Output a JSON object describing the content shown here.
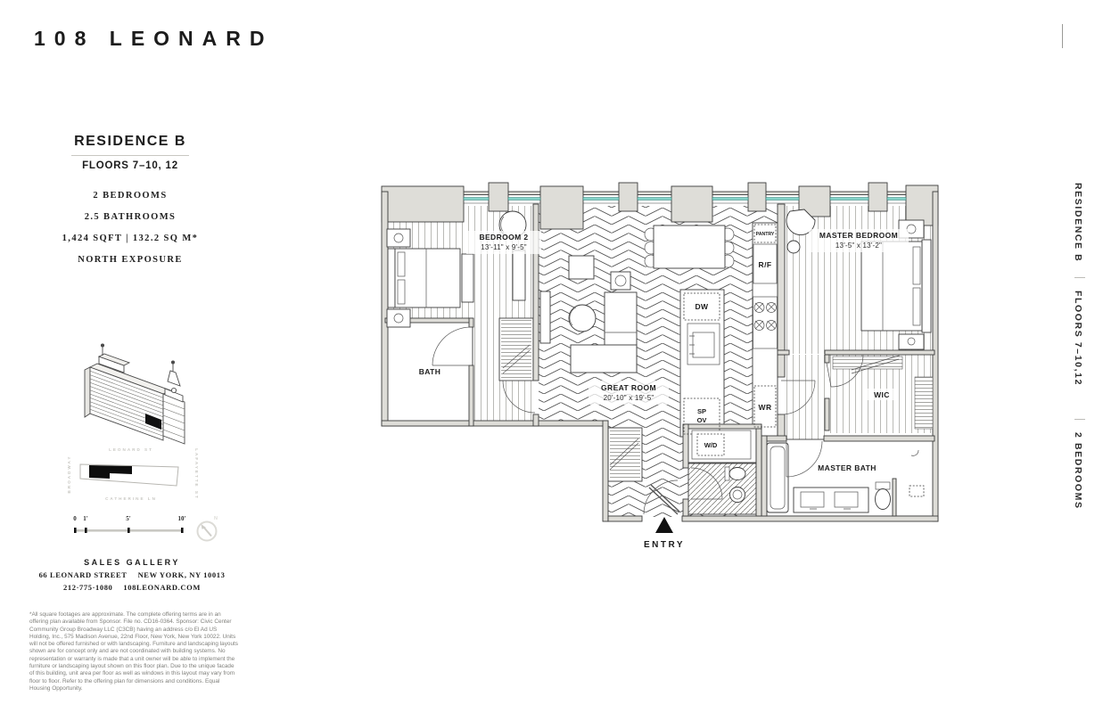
{
  "title": "108 LEONARD",
  "panel": {
    "name": "RESIDENCE B",
    "floors": "FLOORS 7–10, 12",
    "bedrooms": "2 BEDROOMS",
    "bathrooms": "2.5 BATHROOMS",
    "area": "1,424 SQFT  |  132.2 SQ M*",
    "exposure": "NORTH EXPOSURE"
  },
  "sidebar": {
    "residence": "RESIDENCE B",
    "floors": "FLOORS 7–10,12",
    "bedrooms": "2 BEDROOMS"
  },
  "map": {
    "street_top": "LEONARD ST",
    "street_bottom": "CATHERINE LN",
    "street_left": "BROADWAY",
    "street_right": "LAFAYETTE ST"
  },
  "scale": {
    "l0": "0",
    "l1": "1'",
    "l2": "5'",
    "l3": "10'"
  },
  "compass": {
    "n": "N"
  },
  "sales": {
    "title": "SALES GALLERY",
    "address1": "66 LEONARD STREET",
    "address2": "NEW YORK, NY 10013",
    "phone": "212·775·1080",
    "web": "108LEONARD.COM"
  },
  "disclaimer": "*All square footages are approximate. The complete offering terms are in an offering plan available from Sponsor. File no. CD16-0364. Sponsor: Civic Center Community Group Broadway LLC (C3CB) having an address c/o El Ad US Holding, Inc., 575 Madison Avenue, 22nd Floor, New York, New York 10022. Units will not be offered furnished or with landscaping. Furniture and landscaping layouts shown are for concept only and are not coordinated with building systems. No representation or warranty is made that a unit owner will be able to implement the furniture or landscaping layout shown on this floor plan. Due to the unique facade of this building, unit area per floor as well as windows in this layout may vary from floor to floor. Refer to the offering plan for dimensions and conditions. Equal Housing Opportunity.",
  "plan": {
    "bedroom2": {
      "name": "BEDROOM 2",
      "dims": "13'-11\" x 9'-5\""
    },
    "master_bedroom": {
      "name": "MASTER BEDROOM",
      "dims": "13'-5\" x 13'-2\""
    },
    "great_room": {
      "name": "GREAT ROOM",
      "dims": "20'-10\" x 19'-5\""
    },
    "bath": "BATH",
    "wic": "WIC",
    "master_bath": "MASTER BATH",
    "pantry": "PANTRY",
    "rf": "R/F",
    "dw": "DW",
    "sp": "SP",
    "ov": "OV",
    "wr": "WR",
    "wd": "W/D",
    "entry": "ENTRY"
  }
}
